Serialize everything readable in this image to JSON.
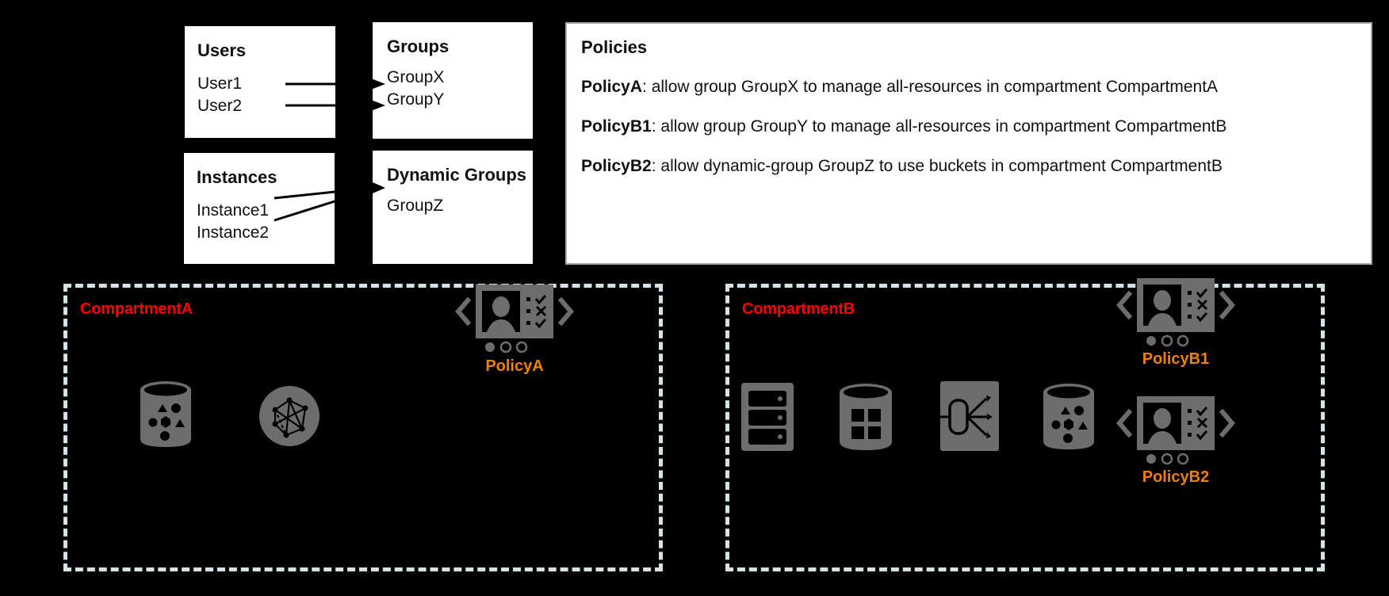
{
  "diagram": {
    "cards": {
      "users": {
        "title": "Users",
        "items": [
          "User1",
          "User2"
        ]
      },
      "groups": {
        "title": "Groups",
        "items": [
          "GroupX",
          "GroupY"
        ]
      },
      "instances": {
        "title": "Instances",
        "items": [
          "Instance1",
          "Instance2"
        ]
      },
      "dynamic_groups": {
        "title": "Dynamic Groups",
        "items": [
          "GroupZ"
        ]
      }
    },
    "policies": {
      "title": "Policies",
      "entries": [
        {
          "name": "PolicyA",
          "separator": ": ",
          "statement": "allow group GroupX to manage all-resources in compartment CompartmentA"
        },
        {
          "name": "PolicyB1",
          "separator": ": ",
          "statement": "allow group GroupY to manage all-resources in compartment CompartmentB"
        },
        {
          "name": "PolicyB2",
          "separator": ": ",
          "statement": "allow dynamic-group GroupZ to use buckets in compartment CompartmentB"
        }
      ]
    },
    "compartments": [
      {
        "label": "CompartmentA",
        "resources": [
          "object-storage-bucket-icon",
          "network-graph-icon"
        ],
        "policy_badges": [
          {
            "label": "PolicyA"
          }
        ]
      },
      {
        "label": "CompartmentB",
        "resources": [
          "compute-instance-icon",
          "database-icon",
          "load-balancer-icon",
          "object-storage-bucket-icon"
        ],
        "policy_badges": [
          {
            "label": "PolicyB1"
          },
          {
            "label": "PolicyB2"
          }
        ]
      }
    ],
    "colors": {
      "background": "#000000",
      "card_background": "#ffffff",
      "compartment_border": "#d6e3e6",
      "compartment_label": "#ff0000",
      "policy_label": "#f08000",
      "resource_icon": "#6d6d6d",
      "policies_panel_border": "#a6a6a6"
    }
  }
}
